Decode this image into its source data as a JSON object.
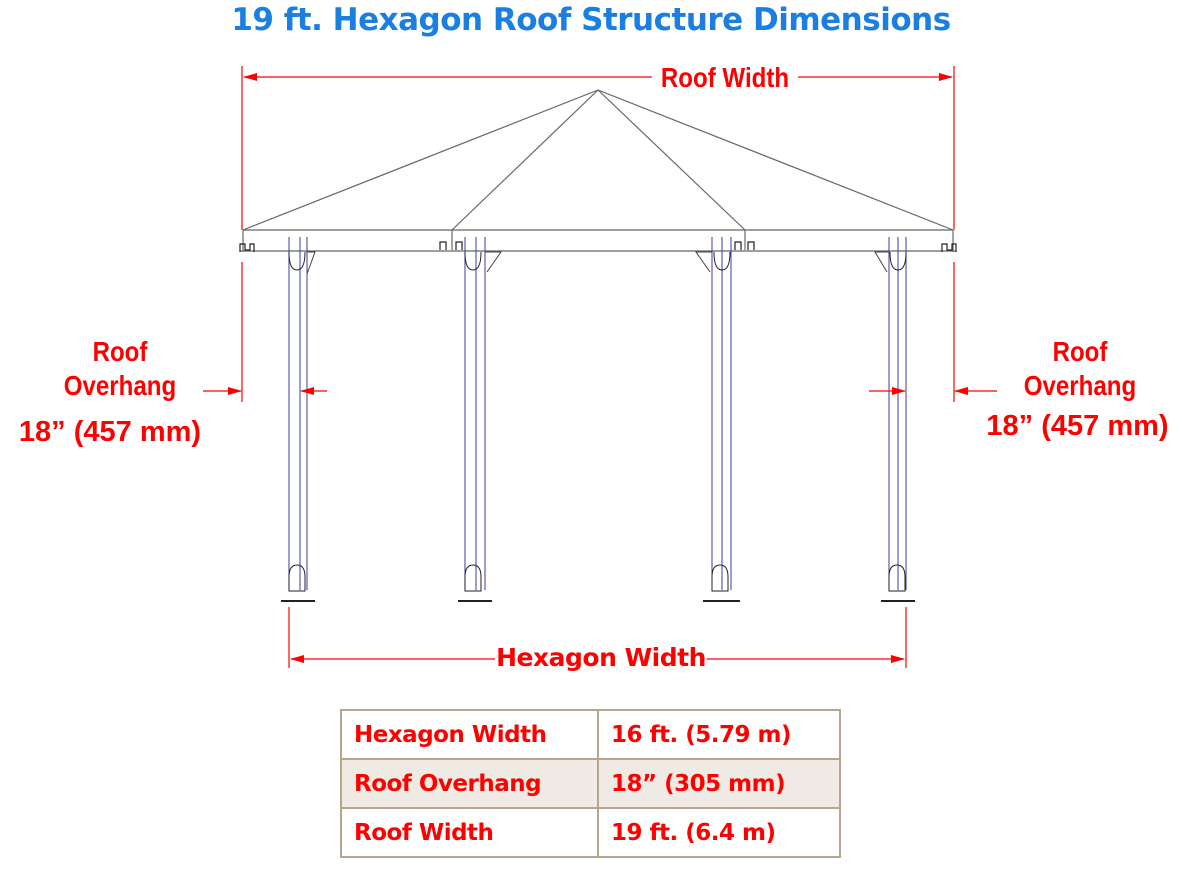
{
  "title": "19 ft. Hexagon Roof Structure Dimensions",
  "colors": {
    "title": "#1a7fe0",
    "dimension": "#ff0000",
    "structure": "#555555",
    "post": "#3b3ba0",
    "table_border": "#b5a68c",
    "table_alt_row": "#efebe4"
  },
  "diagram": {
    "labels": {
      "roof_width": "Roof Width",
      "hexagon_width": "Hexagon Width",
      "left_overhang": {
        "line1": "Roof",
        "line2": "Overhang",
        "value": "18” (457 mm)"
      },
      "right_overhang": {
        "line1": "Roof",
        "line2": "Overhang",
        "value": "18” (457 mm)"
      }
    },
    "posts": 4
  },
  "spec_table": {
    "rows": [
      {
        "label": "Hexagon Width",
        "value": "16 ft. (5.79 m)"
      },
      {
        "label": "Roof Overhang",
        "value": "18” (305 mm)"
      },
      {
        "label": "Roof Width",
        "value": "19 ft. (6.4 m)"
      }
    ]
  }
}
